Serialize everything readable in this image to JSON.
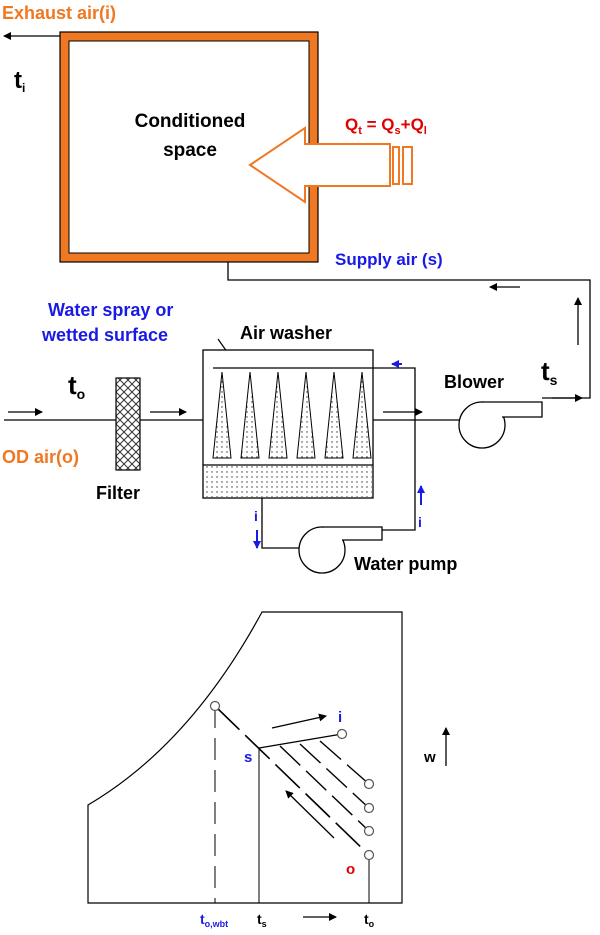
{
  "colors": {
    "orange": "#f07822",
    "blue": "#1a1ae6",
    "black": "#000000",
    "red": "#e00000",
    "room_fill": "#ffffff"
  },
  "top": {
    "exhaust_label": "Exhaust air(i)",
    "ti_main": "t",
    "ti_sub": "i",
    "room_line1": "Conditioned",
    "room_line2": "space",
    "heat_load": {
      "q": "Q",
      "t": "t",
      "eq": " = Q",
      "s": "s",
      "plus": "+Q",
      "l": "l"
    },
    "supply_label": "Supply air (s)",
    "spray_line1": "Water spray or",
    "spray_line2": "wetted surface",
    "washer_label": "Air washer",
    "to_main": "t",
    "to_sub": "o",
    "blower_label": "Blower",
    "ts_main": "t",
    "ts_sub": "s",
    "od_label": "OD air(o)",
    "filter_label": "Filter",
    "pump_label": "Water pump",
    "pipe_mark_left": "i",
    "pipe_mark_right": "i"
  },
  "psychro": {
    "point_i": "i",
    "point_s": "s",
    "point_o": "o",
    "w_label": "w",
    "x_wbt_main": "t",
    "x_wbt_sub": "o,wbt",
    "x_ts_main": "t",
    "x_ts_sub": "s",
    "x_to_main": "t",
    "x_to_sub": "o"
  }
}
